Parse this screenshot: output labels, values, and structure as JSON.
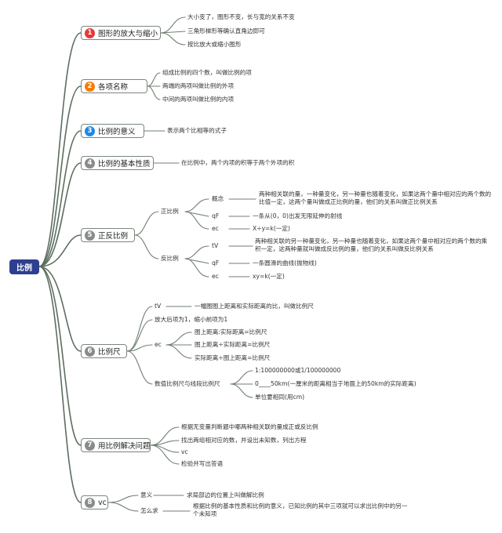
{
  "root": "比例",
  "colors": {
    "root": "#2f3f8f",
    "badge_red": "#e53935",
    "badge_orange": "#f57c00",
    "badge_blue": "#1e88e5",
    "badge_gray": "#8a8a8a"
  },
  "branches": [
    {
      "num": "1",
      "label": "图形的放大与缩小",
      "items": [
        "大小变了，图形不变，长与宽的关系不变",
        "三角形梯形等确认直角边即可",
        "按比放大或缩小图形"
      ]
    },
    {
      "num": "2",
      "label": "各项名称",
      "items": [
        "组成比例的四个数，叫做比例的项",
        "两端的两项叫做比例的外项",
        "中间的两项叫做比例的内项"
      ]
    },
    {
      "num": "3",
      "label": "比例的意义",
      "items": [
        "表示两个比相等的式子"
      ]
    },
    {
      "num": "4",
      "label": "比例的基本性质",
      "items": [
        "在比例中，两个内项的积等于两个外项的积"
      ]
    },
    {
      "num": "5",
      "label": "正反比例",
      "zheng": {
        "label": "正比例",
        "gainian_label": "概念",
        "gainian": "两种相关联的量，一种量变化，另一种量也随着变化，如果这两个量中相对应的两个数的比值一定，这两个量叫做成正比例的量，他们的关系叫做正比例关系",
        "qf_label": "qF",
        "qf": "一条从(0，0)出发无限延伸的射线",
        "ec_label": "ec",
        "ec": "X÷y=k(一定)"
      },
      "fan": {
        "label": "反比例",
        "tv_label": "tV",
        "tv": "两种相关联的另一种量变化，另一种量也随着变化，如果这两个量中相对应的两个数的乘积一定，这两种量就叫做成反比例的量，他们的关系叫做反比例关系",
        "qf_label": "qF",
        "qf": "一条圆滑的曲线(抛物线)",
        "ec_label": "ec",
        "ec": "xy=k(一定)"
      }
    },
    {
      "num": "6",
      "label": "比例尺",
      "tv_label": "tV",
      "tv": "一幅图图上距离和实际距离的比，叫做比例尺",
      "fangda": "放大后项为1，缩小前项为1",
      "ec_label": "ec",
      "ec_items": [
        "图上距离:实际距离=比例尺",
        "图上距离÷实际距离=比例尺",
        "实际距离÷图上距离=比例尺"
      ],
      "shuzhi_label": "数值比例尺与线段比例尺",
      "shuzhi_items": [
        "1:100000000或1/100000000",
        "0____50km(一厘米的距离相当于地面上的50km的实际距离)",
        "单位要相同(用cm)"
      ]
    },
    {
      "num": "7",
      "label": "用比例解决问题",
      "items": [
        "根据无变量判断题中哪两种相关联的量成正或反比例",
        "找出两组相对应的数，并设出未知数，列出方程",
        "vc",
        "检验并写出答语"
      ]
    },
    {
      "num": "8",
      "label": "vc",
      "yiyi_label": "意义",
      "yiyi": "求局部边的位置上叫做解比例",
      "zms_label": "怎么求",
      "zms": "根据比例的基本性质和比例的意义，已知比例的其中三项就可以求出比例中的另一个未知项"
    }
  ]
}
